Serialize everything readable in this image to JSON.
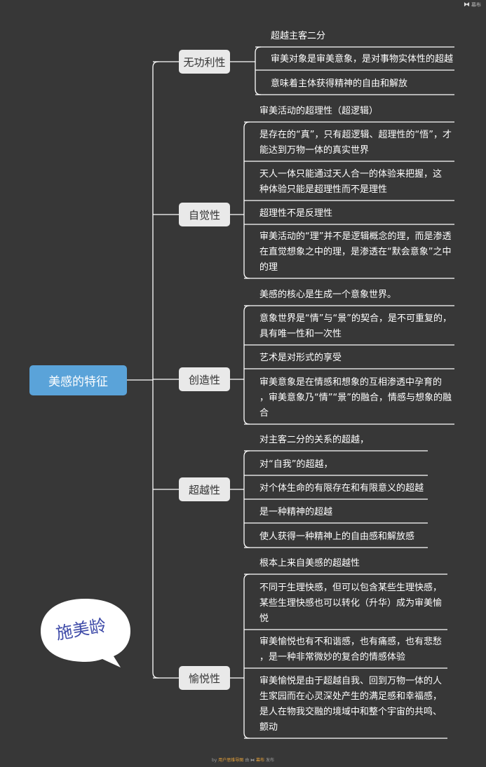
{
  "root": {
    "label": "美感的特征"
  },
  "branches": [
    {
      "label": "无功利性",
      "items": [
        {
          "lines": [
            "超越主客二分"
          ]
        },
        {
          "lines": [
            "审美对象是审美意象，是对事物实体性的超越"
          ]
        },
        {
          "lines": [
            "意味着主体获得精神的自由和解放"
          ]
        }
      ]
    },
    {
      "label": "自觉性",
      "items": [
        {
          "lines": [
            "审美活动的超理性（超逻辑）"
          ]
        },
        {
          "lines": [
            "是存在的“真”，只有超逻辑、超理性的“悟”，才",
            "能达到万物一体的真实世界"
          ]
        },
        {
          "lines": [
            "天人一体只能通过天人合一的体验来把握，这",
            "种体验只能是超理性而不是理性"
          ]
        },
        {
          "lines": [
            "超理性不是反理性"
          ]
        },
        {
          "lines": [
            "审美活动的“理”并不是逻辑概念的理，而是渗透",
            "在直觉想象之中的理，是渗透在“默会意象”之中",
            "的理"
          ]
        }
      ]
    },
    {
      "label": "创造性",
      "items": [
        {
          "lines": [
            "美感的核心是生成一个意象世界。"
          ]
        },
        {
          "lines": [
            "意象世界是“情”与“景”的契合，是不可重复的，",
            "具有唯一性和一次性"
          ]
        },
        {
          "lines": [
            "艺术是对形式的享受"
          ]
        },
        {
          "lines": [
            "审美意象是在情感和想象的互相渗透中孕育的",
            "，审美意象乃“情”“景”的融合，情感与想象的融",
            "合"
          ]
        }
      ]
    },
    {
      "label": "超越性",
      "items": [
        {
          "lines": [
            "对主客二分的关系的超越，"
          ]
        },
        {
          "lines": [
            "对“自我”的超越，"
          ]
        },
        {
          "lines": [
            "对个体生命的有限存在和有限意义的超越"
          ]
        },
        {
          "lines": [
            "是一种精神的超越"
          ]
        },
        {
          "lines": [
            "使人获得一种精神上的自由感和解放感"
          ]
        }
      ]
    },
    {
      "label": "愉悦性",
      "items": [
        {
          "lines": [
            "根本上来自美感的超越性"
          ]
        },
        {
          "lines": [
            "不同于生理快感，但可以包含某些生理快感，",
            "某些生理快感也可以转化（升华）成为审美愉",
            "悦"
          ]
        },
        {
          "lines": [
            "审美愉悦也有不和谐感，也有痛感，也有悲愁",
            "，是一种非常微妙的复合的情感体验"
          ]
        },
        {
          "lines": [
            "审美愉悦是由于超越自我、回到万物一体的人",
            "生家园而在心灵深处产生的满足感和幸福感，",
            "是人在物我交融的境域中和整个宇宙的共鸣、",
            "颤动"
          ]
        }
      ]
    }
  ],
  "watermark": {
    "text": "施美龄"
  },
  "brand": {
    "label": "幕布",
    "icon": "mubu-logo-icon"
  },
  "footer": {
    "by": "by",
    "author": "用户思维导图 ",
    "via": "由",
    "app": "幕布",
    "action": "发布"
  },
  "colors": {
    "background": "#373737",
    "root": "#5aa3d9",
    "branch": "#e9e9e9",
    "line": "#ffffff",
    "watermark_text": "#3e4aa8"
  }
}
